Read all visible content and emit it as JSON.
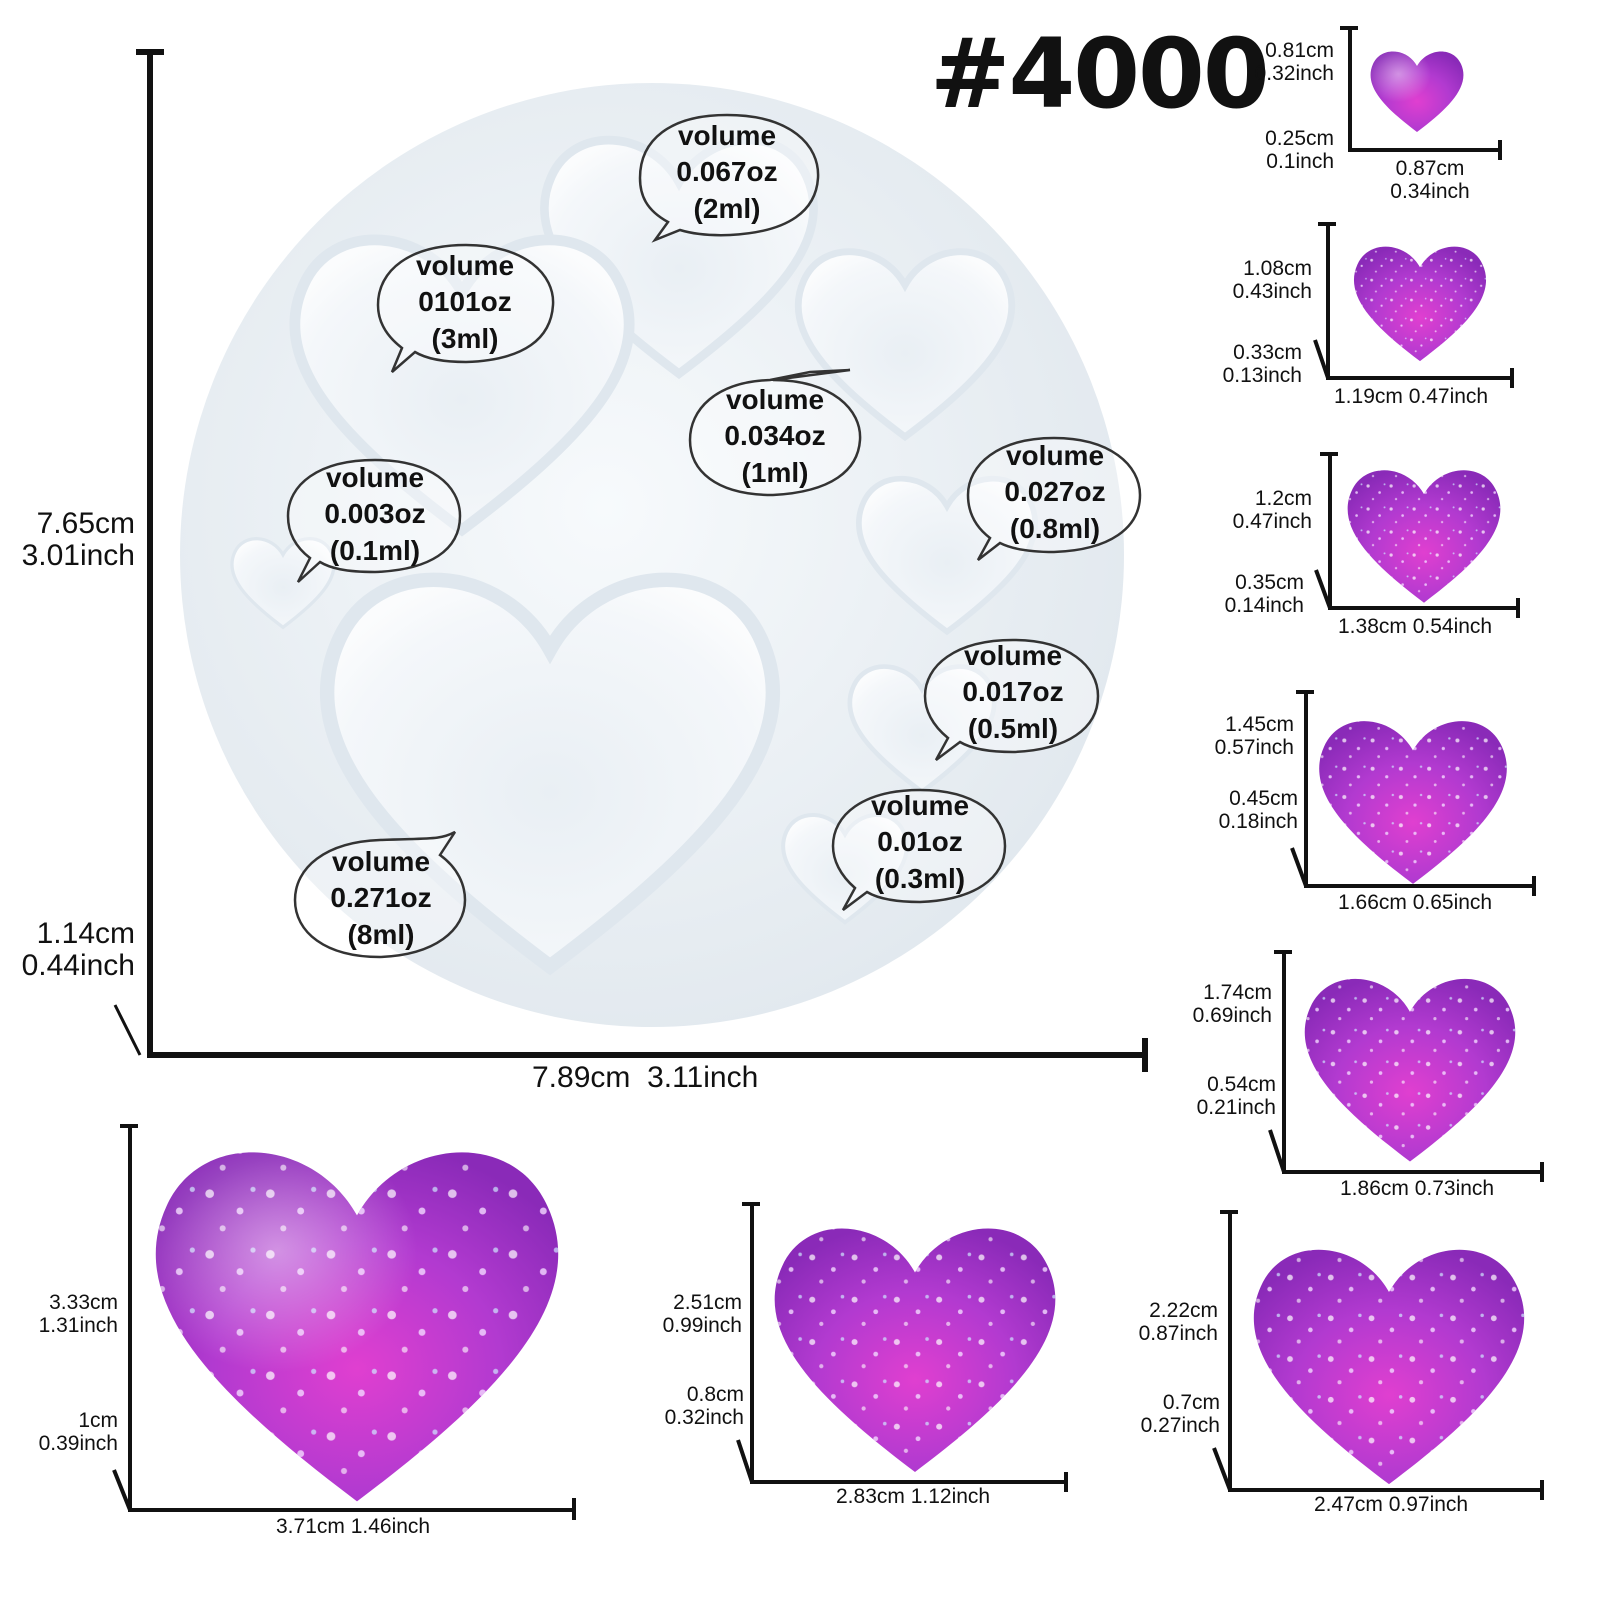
{
  "product": {
    "code": "#4000"
  },
  "mold": {
    "height": {
      "cm": "7.65cm",
      "in": "3.01inch"
    },
    "depth": {
      "cm": "1.14cm",
      "in": "0.44inch"
    },
    "width": {
      "cm": "7.89cm",
      "in": "3.11inch"
    }
  },
  "volumes": [
    {
      "label": "volume",
      "oz": "0.067oz",
      "ml": "(2ml)"
    },
    {
      "label": "volume",
      "oz": "0101oz",
      "ml": "(3ml)"
    },
    {
      "label": "volume",
      "oz": "0.034oz",
      "ml": "(1ml)"
    },
    {
      "label": "volume",
      "oz": "0.003oz",
      "ml": "(0.1ml)"
    },
    {
      "label": "volume",
      "oz": "0.027oz",
      "ml": "(0.8ml)"
    },
    {
      "label": "volume",
      "oz": "0.017oz",
      "ml": "(0.5ml)"
    },
    {
      "label": "volume",
      "oz": "0.01oz",
      "ml": "(0.3ml)"
    },
    {
      "label": "volume",
      "oz": "0.271oz",
      "ml": "(8ml)"
    }
  ],
  "hearts": [
    {
      "h_cm": "0.81cm",
      "h_in": "0.32inch",
      "d_cm": "0.25cm",
      "d_in": "0.1inch",
      "w_cm": "0.87cm",
      "w_in": "0.34inch"
    },
    {
      "h_cm": "1.08cm",
      "h_in": "0.43inch",
      "d_cm": "0.33cm",
      "d_in": "0.13inch",
      "w_cm": "1.19cm",
      "w_in": "0.47inch"
    },
    {
      "h_cm": "1.2cm",
      "h_in": "0.47inch",
      "d_cm": "0.35cm",
      "d_in": "0.14inch",
      "w_cm": "1.38cm",
      "w_in": "0.54inch"
    },
    {
      "h_cm": "1.45cm",
      "h_in": "0.57inch",
      "d_cm": "0.45cm",
      "d_in": "0.18inch",
      "w_cm": "1.66cm",
      "w_in": "0.65inch"
    },
    {
      "h_cm": "1.74cm",
      "h_in": "0.69inch",
      "d_cm": "0.54cm",
      "d_in": "0.21inch",
      "w_cm": "1.86cm",
      "w_in": "0.73inch"
    },
    {
      "h_cm": "2.22cm",
      "h_in": "0.87inch",
      "d_cm": "0.7cm",
      "d_in": "0.27inch",
      "w_cm": "2.47cm",
      "w_in": "0.97inch"
    },
    {
      "h_cm": "2.51cm",
      "h_in": "0.99inch",
      "d_cm": "0.8cm",
      "d_in": "0.32inch",
      "w_cm": "2.83cm",
      "w_in": "1.12inch"
    },
    {
      "h_cm": "3.33cm",
      "h_in": "1.31inch",
      "d_cm": "1cm",
      "d_in": "0.39inch",
      "w_cm": "3.71cm",
      "w_in": "1.46inch"
    }
  ],
  "colors": {
    "mold": "#e8eef3",
    "heart": "#a236c8",
    "heart_center": "#d83ccf",
    "line": "#111111"
  }
}
